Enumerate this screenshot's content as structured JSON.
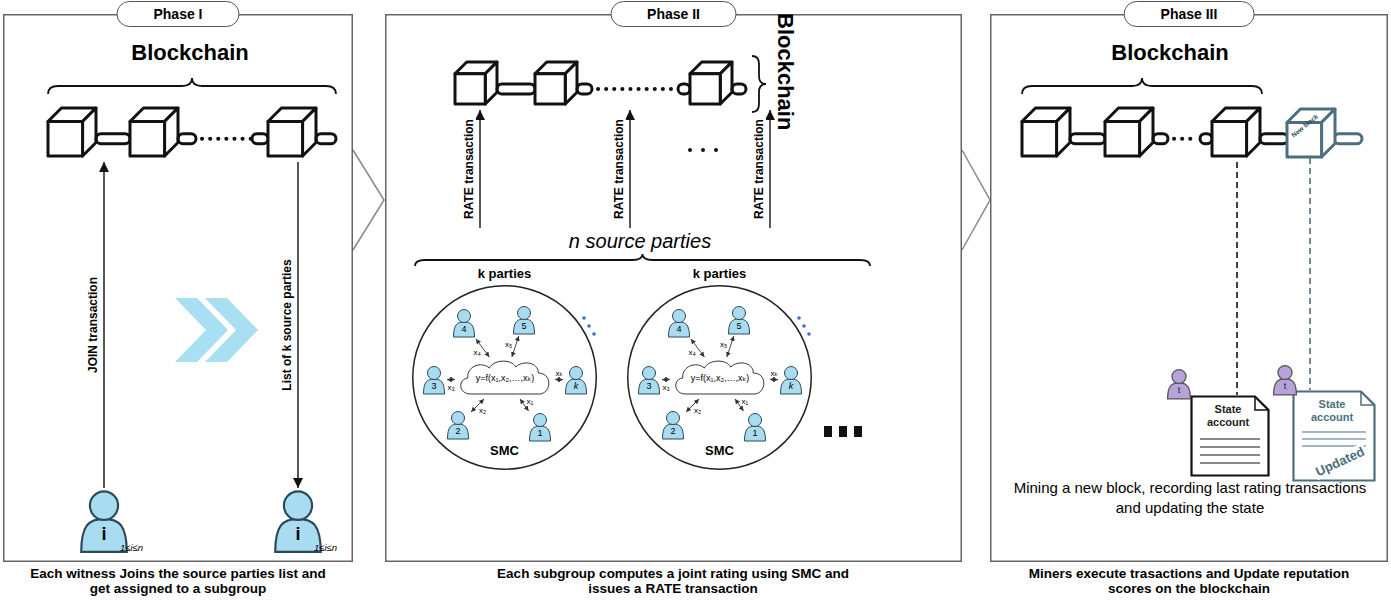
{
  "diagram": {
    "nodes": [
      {
        "text": [
          "Phase I"
        ]
      },
      {
        "text": [
          "Blockchain"
        ],
        "in": 0
      },
      {
        "text": [
          "i",
          "1≤i≤n"
        ],
        "in": 0
      },
      {
        "text": [
          "i",
          "1≤i≤n"
        ],
        "in": 0
      },
      {
        "text": [
          "Phase II"
        ]
      },
      {
        "text": [
          "Blockchain"
        ],
        "in": 4
      },
      {
        "text": [
          "n source parties"
        ],
        "in": 4
      },
      {
        "text": [
          "k parties",
          "SMC"
        ],
        "in": 6
      },
      {
        "text": [
          "y=f(x₁,x₂,…,xₖ)"
        ],
        "in": 7
      },
      {
        "text": [
          "4"
        ],
        "in": 7
      },
      {
        "text": [
          "5"
        ],
        "in": 7
      },
      {
        "text": [
          "3"
        ],
        "in": 7
      },
      {
        "text": [
          "k"
        ],
        "in": 7
      },
      {
        "text": [
          "2"
        ],
        "in": 7
      },
      {
        "text": [
          "1"
        ],
        "in": 7
      },
      {
        "text": [
          "k parties",
          "SMC"
        ],
        "in": 6
      },
      {
        "text": [
          "y=f(x₁,x₂,…,xₖ)"
        ],
        "in": 15
      },
      {
        "text": [
          "4"
        ],
        "in": 15
      },
      {
        "text": [
          "5"
        ],
        "in": 15
      },
      {
        "text": [
          "3"
        ],
        "in": 15
      },
      {
        "text": [
          "k"
        ],
        "in": 15
      },
      {
        "text": [
          "2"
        ],
        "in": 15
      },
      {
        "text": [
          "1"
        ],
        "in": 15
      },
      {
        "text": [
          "Phase III"
        ]
      },
      {
        "text": [
          "Blockchain"
        ],
        "in": 23
      },
      {
        "text": [
          "New block"
        ],
        "in": 24
      },
      {
        "text": [
          "State account"
        ],
        "in": 23
      },
      {
        "text": [
          "State account",
          "Updated"
        ],
        "in": 23
      }
    ],
    "edges": [
      {
        "from": 2,
        "to": 1,
        "arrow": "to",
        "label": "JOIN transaction"
      },
      {
        "from": 1,
        "to": 3,
        "arrow": "to",
        "label": "List of k source parties"
      },
      {
        "from": 6,
        "to": 5,
        "arrow": "to",
        "label": "RATE transaction"
      },
      {
        "from": 6,
        "to": 5,
        "arrow": "to",
        "label": "RATE transaction"
      },
      {
        "from": 6,
        "to": 5,
        "arrow": "to",
        "label": "RATE transaction"
      },
      {
        "from": 9,
        "to": 8,
        "arrow": "both",
        "label": "x₄"
      },
      {
        "from": 10,
        "to": 8,
        "arrow": "both",
        "label": "x₅"
      },
      {
        "from": 11,
        "to": 8,
        "arrow": "both",
        "label": "x₃"
      },
      {
        "from": 12,
        "to": 8,
        "arrow": "both",
        "label": "xₖ"
      },
      {
        "from": 13,
        "to": 8,
        "arrow": "both",
        "label": "x₂"
      },
      {
        "from": 14,
        "to": 8,
        "arrow": "both",
        "label": "x₁"
      },
      {
        "from": 17,
        "to": 16,
        "arrow": "both",
        "label": "x₄"
      },
      {
        "from": 18,
        "to": 16,
        "arrow": "both",
        "label": "x₅"
      },
      {
        "from": 19,
        "to": 16,
        "arrow": "both",
        "label": "x₃"
      },
      {
        "from": 20,
        "to": 16,
        "arrow": "both",
        "label": "xₖ"
      },
      {
        "from": 21,
        "to": 16,
        "arrow": "both",
        "label": "x₂"
      },
      {
        "from": 22,
        "to": 16,
        "arrow": "both",
        "label": "x₁"
      },
      {
        "from": 24,
        "to": 26,
        "arrow": "none"
      },
      {
        "from": 25,
        "to": 27,
        "arrow": "none"
      }
    ],
    "labels": [
      "Each witness Joins the source parties list and get assigned to a subgroup",
      "Each subgroup computes a joint rating using SMC and issues a RATE transaction",
      "Miners execute trasactions and Update reputation scores on the blockchain",
      "Mining a new block, recording last rating transactions and updating the state",
      "t",
      "t"
    ]
  }
}
